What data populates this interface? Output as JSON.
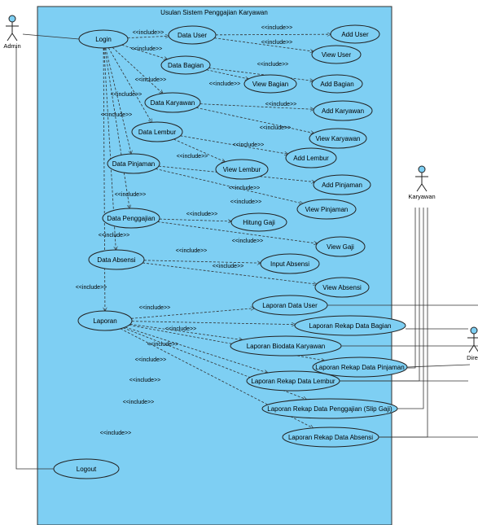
{
  "system": {
    "title": "Usulan Sistem Penggajian Karyawan",
    "color": "#7ecff3"
  },
  "include_label": "<<include>>",
  "actors": {
    "admin": "Admin",
    "karyawan": "Karyawan",
    "direktur": "Dire"
  },
  "use_cases": {
    "login": "Login",
    "data_user": "Data User",
    "add_user": "Add User",
    "view_user": "View User",
    "data_bagian": "Data Bagian",
    "view_bagian": "View Bagian",
    "add_bagian": "Add Bagian",
    "data_karyawan": "Data Karyawan",
    "add_karyawan": "Add Karyawan",
    "view_karyawan": "View Karyawan",
    "data_lembur": "Data Lembur",
    "add_lembur": "Add Lembur",
    "view_lembur": "View Lembur",
    "data_pinjaman": "Data Pinjaman",
    "add_pinjaman": "Add Pinjaman",
    "view_pinjaman": "View Pinjaman",
    "data_penggajian": "Data Penggajian",
    "hitung_gaji": "Hitung Gaji",
    "view_gaji": "View Gaji",
    "data_absensi": "Data Absensi",
    "input_absensi": "Input Absensi",
    "view_absensi": "View Absensi",
    "laporan": "Laporan",
    "lap_data_user": "Laporan Data User",
    "lap_rekap_bagian": "Laporan Rekap Data Bagian",
    "lap_biodata_karyawan": "Laporan Biodata Karyawan",
    "lap_rekap_pinjaman": "Laporan Rekap Data Pinjaman",
    "lap_rekap_lembur": "Laporan Rekap Data Lembur",
    "lap_rekap_penggajian": "Laporan Rekap Data Penggajian (Slip Gaji)",
    "lap_rekap_absensi": "Laporan Rekap Data Absensi",
    "logout": "Logout"
  }
}
